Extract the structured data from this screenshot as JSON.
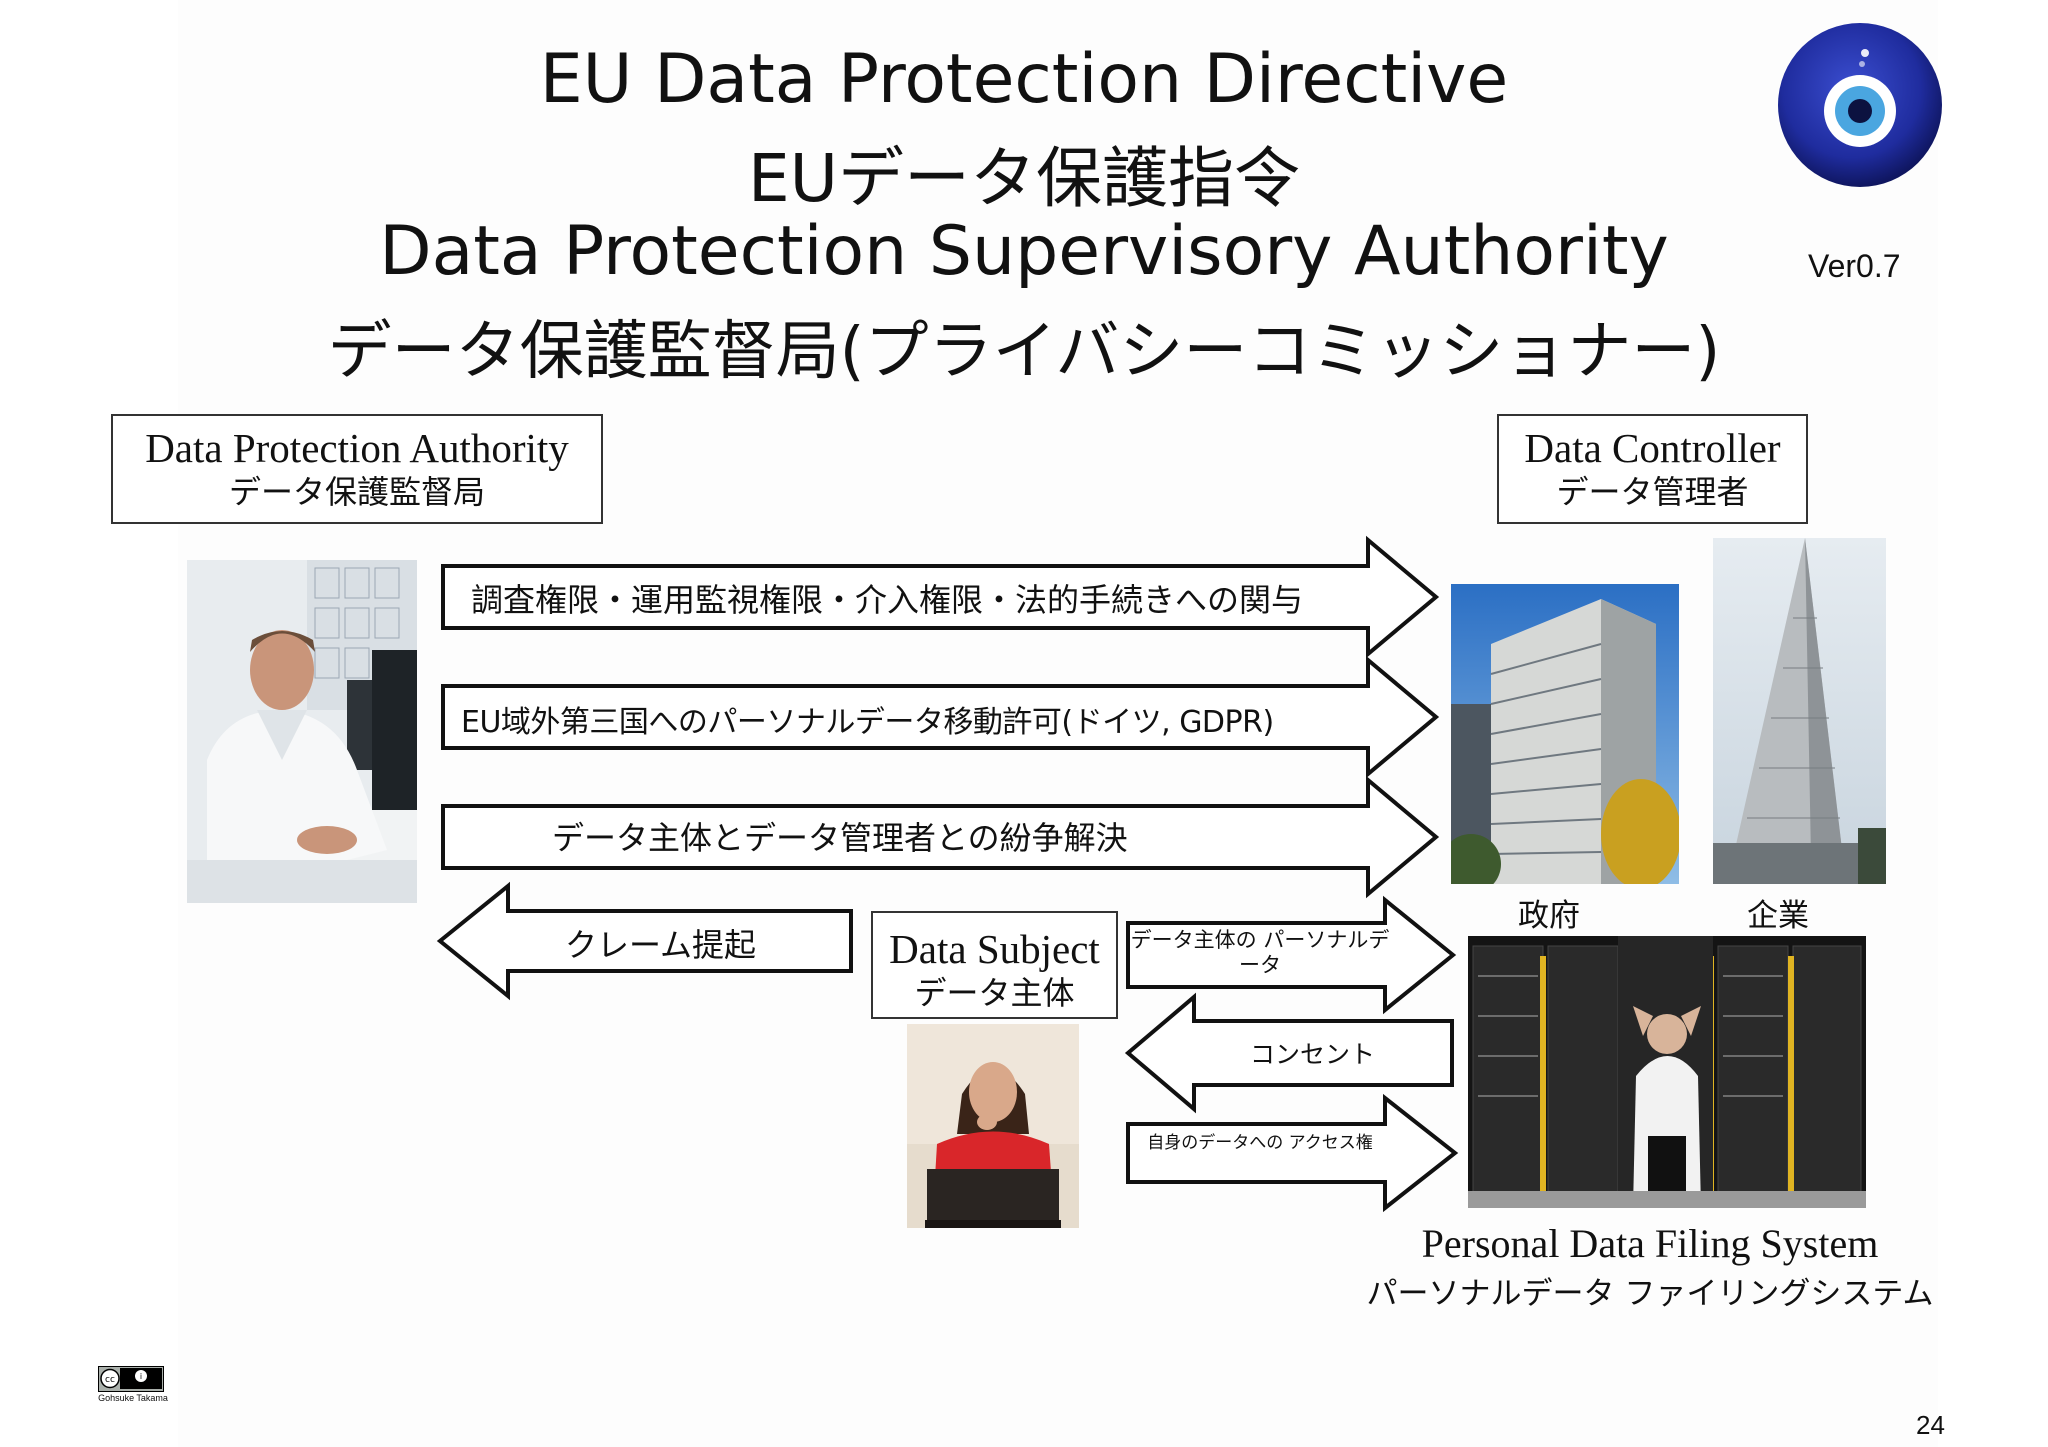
{
  "title": {
    "line1": "EU Data Protection Directive",
    "line2": "EUデータ保護指令",
    "line3": "Data Protection Supervisory Authority",
    "line4": "データ保護監督局(プライバシーコミッショナー)"
  },
  "version": "Ver0.7",
  "page_number": "24",
  "boxes": {
    "dpa": {
      "en": "Data Protection Authority",
      "ja": "データ保護監督局"
    },
    "controller": {
      "en": "Data Controller",
      "ja": "データ管理者"
    },
    "subject": {
      "en": "Data Subject",
      "ja": "データ主体"
    }
  },
  "arrows": {
    "investigation": "調査権限・運用監視権限・介入権限・法的手続きへの関与",
    "transfer": "EU域外第三国へのパーソナルデータ移動許可(ドイツ, GDPR)",
    "dispute": "データ主体とデータ管理者との紛争解決",
    "claim": "クレーム提起",
    "subject_data": "データ主体の パーソナルデータ",
    "consent": "コンセント",
    "access": "自身のデータへの アクセス権"
  },
  "captions": {
    "government": "政府",
    "company": "企業"
  },
  "filing_system": {
    "en": "Personal Data Filing System",
    "ja": "パーソナルデータ ファイリングシステム"
  },
  "license": {
    "badge_icon": "cc-by-icon",
    "author": "Gohsuke Takama"
  },
  "icons": {
    "logo": "evil-eye-icon"
  },
  "colors": {
    "eye_blue": "#1f2c9e",
    "eye_light": "#4aa6e0",
    "arrow_stroke": "#111111"
  }
}
